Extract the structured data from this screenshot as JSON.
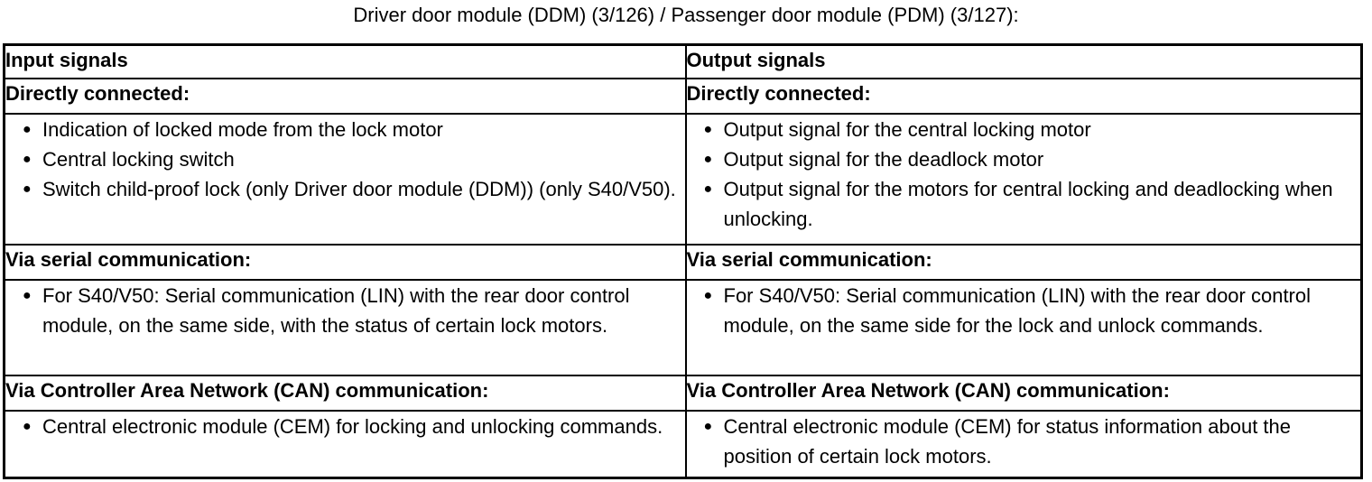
{
  "title": "Driver door module (DDM) (3/126) / Passenger door module (PDM) (3/127):",
  "icons": {
    "bullet": "●"
  },
  "colors": {
    "text": "#000000",
    "border": "#000000",
    "background": "#ffffff"
  },
  "table": {
    "columns": [
      {
        "header": "Input signals",
        "sections": [
          {
            "heading": "Directly connected:",
            "items": [
              "Indication of locked mode from the lock motor",
              "Central locking switch",
              "Switch child-proof lock (only Driver door module (DDM)) (only S40/V50)."
            ]
          },
          {
            "heading": "Via serial communication:",
            "items": [
              "For S40/V50: Serial communication (LIN) with the rear door control module, on the same side, with the status of certain lock motors."
            ]
          },
          {
            "heading": "Via Controller Area Network (CAN) communication:",
            "items": [
              "Central electronic module (CEM) for locking and unlocking commands."
            ]
          }
        ]
      },
      {
        "header": "Output signals",
        "sections": [
          {
            "heading": "Directly connected:",
            "items": [
              "Output signal for the central locking motor",
              "Output signal for the deadlock motor",
              "Output signal for the motors for central locking and deadlocking when unlocking."
            ]
          },
          {
            "heading": "Via serial communication:",
            "items": [
              "For S40/V50: Serial communication (LIN) with the rear door control module, on the same side for the lock and unlock commands."
            ]
          },
          {
            "heading": "Via Controller Area Network (CAN) communication:",
            "items": [
              "Central electronic module (CEM) for status information about the position of certain lock motors."
            ]
          }
        ]
      }
    ]
  }
}
